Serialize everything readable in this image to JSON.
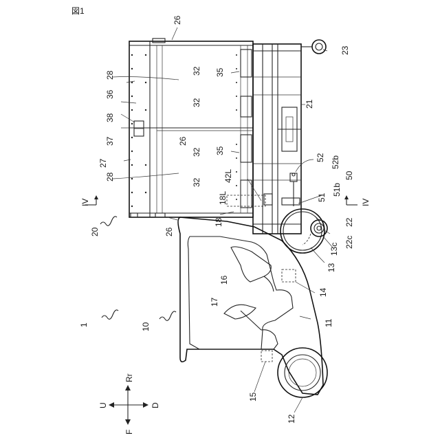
{
  "figure_title": "図1",
  "labels": {
    "l1": "1",
    "l10": "10",
    "l11": "11",
    "l12": "12",
    "l13": "13",
    "l13c": "13c",
    "l14": "14",
    "l15": "15",
    "l16": "16",
    "l17": "17",
    "l18": "18",
    "l18L": "18L",
    "l20": "20",
    "l21": "21",
    "l22": "22",
    "l22c": "22c",
    "l23": "23",
    "l26a": "26",
    "l26b": "26",
    "l26c": "26",
    "l27": "27",
    "l28a": "28",
    "l28b": "28",
    "l32a": "32",
    "l32b": "32",
    "l32c": "32",
    "l32d": "32",
    "l35a": "35",
    "l35b": "35",
    "l36": "36",
    "l37": "37",
    "l38": "38",
    "l42L": "42L",
    "l50": "50",
    "l51": "51",
    "l51b": "51b",
    "l52": "52",
    "l52b": "52b",
    "iv_left": "IV",
    "iv_right": "IV"
  },
  "direction": {
    "up": "U",
    "down": "D",
    "front": "F",
    "rear": "Rr"
  },
  "colors": {
    "line": "#222222",
    "background": "#ffffff"
  }
}
